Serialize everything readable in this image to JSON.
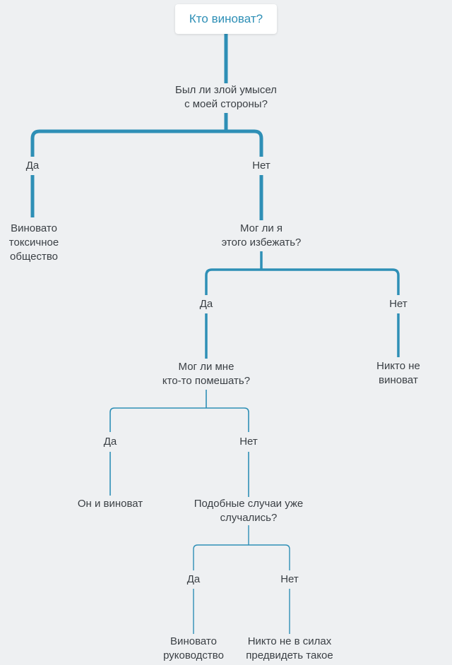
{
  "root": "Кто виноват?",
  "q1": "Был ли злой умысел\nс моей стороны?",
  "q1_yes": "Да",
  "q1_no": "Нет",
  "a1": "Виновато\nтоксичное\nобщество",
  "q2": "Мог ли я\nэтого избежать?",
  "q2_yes": "Да",
  "q2_no": "Нет",
  "a2": "Никто не виноват",
  "q3": "Мог ли мне\nкто-то помешать?",
  "q3_yes": "Да",
  "q3_no": "Нет",
  "a3": "Он и виноват",
  "q4": "Подобные случаи уже\nслучались?",
  "q4_yes": "Да",
  "q4_no": "Нет",
  "a4": "Виновато\nруководство",
  "a5": "Никто не в силах\nпредвидеть такое",
  "colors": {
    "line": "#2e8fb6",
    "accent": "#2e8fb6",
    "text": "#3a3f44"
  }
}
